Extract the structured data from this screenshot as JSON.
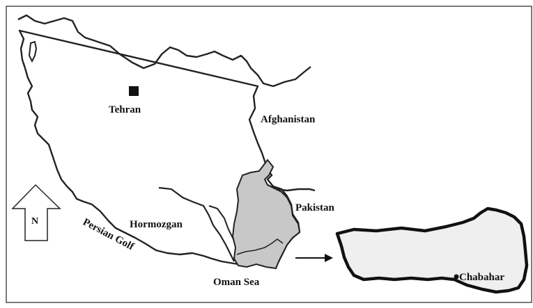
{
  "labels": {
    "capital": "Tehran",
    "country_east_1": "Afghanistan",
    "country_east_2": "Pakistan",
    "province": "Hormozgan",
    "gulf": "Persian Golf",
    "sea": "Oman Sea",
    "city_detail": "Chabahar",
    "north_arrow": "N"
  },
  "colors": {
    "border": "#222222",
    "highlight_fill": "#c8c8c8",
    "inset_fill": "#efefef",
    "background": "#ffffff"
  },
  "symbols": {
    "capital_marker": "square",
    "city_marker": "dot",
    "north_indicator": "outlined-arrow"
  }
}
